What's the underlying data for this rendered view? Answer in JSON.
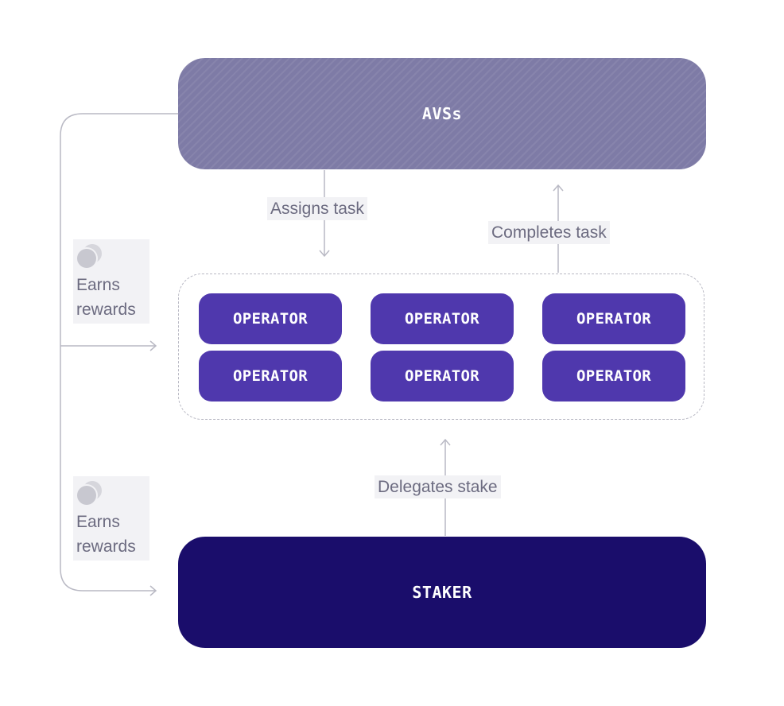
{
  "nodes": {
    "avs": "AVSs",
    "staker": "STAKER",
    "operators": [
      "OPERATOR",
      "OPERATOR",
      "OPERATOR",
      "OPERATOR",
      "OPERATOR",
      "OPERATOR"
    ]
  },
  "edges": {
    "assigns_task": "Assigns task",
    "completes_task": "Completes task",
    "delegates_stake": "Delegates stake"
  },
  "rewards": [
    {
      "line1": "Earns",
      "line2": "rewards",
      "icon": "coins-icon"
    },
    {
      "line1": "Earns",
      "line2": "rewards",
      "icon": "coins-icon"
    }
  ],
  "colors": {
    "avs": "#7e7ba6",
    "operator": "#4f38ad",
    "staker": "#1a0d6b",
    "connector": "#b9b9c4",
    "label_bg": "#f2f2f5",
    "label_text": "#6c6b80"
  }
}
